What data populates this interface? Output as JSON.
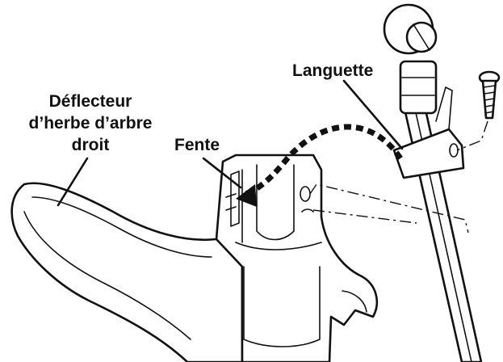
{
  "labels": {
    "deflector_line1": "Déflecteur",
    "deflector_line2": "d’herbe d’arbre",
    "deflector_line3": "droit",
    "slot": "Fente",
    "tab": "Languette"
  },
  "icons": {
    "deflector": "grass-deflector-shape",
    "housing": "trimmer-shaft-housing",
    "screw": "screw-icon",
    "arrow": "dashed-curved-arrow"
  },
  "colors": {
    "ink": "#111111",
    "paper": "#ffffff"
  }
}
